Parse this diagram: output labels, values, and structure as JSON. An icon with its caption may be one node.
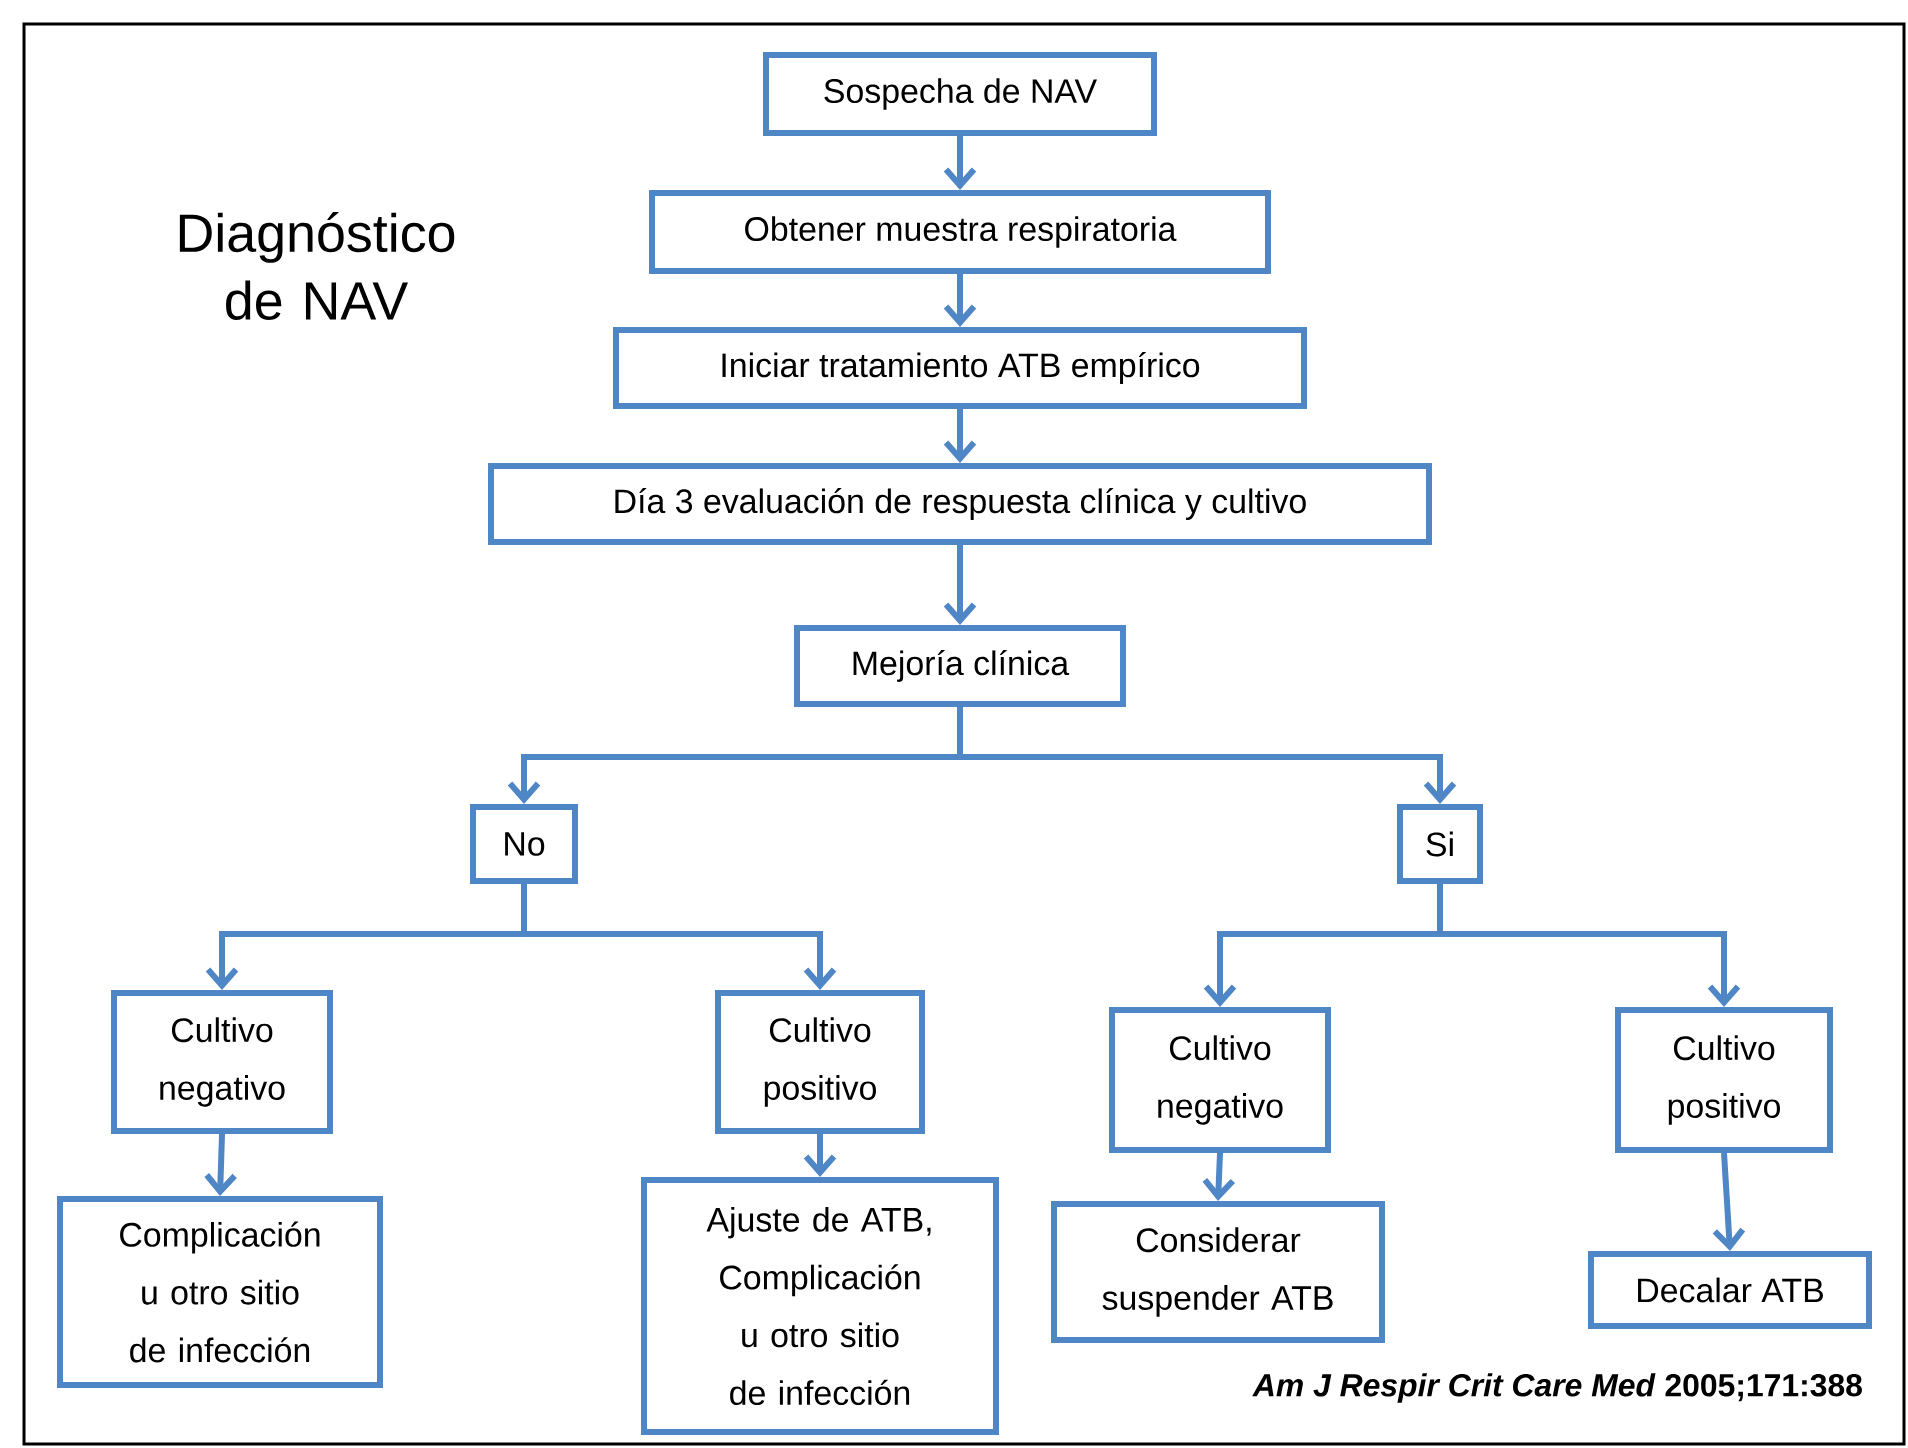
{
  "diagram": {
    "title": "Diagnóstico de NAV",
    "nodes": [
      {
        "text": [
          "Sospecha de NAV"
        ]
      },
      {
        "text": [
          "Obtener muestra respiratoria"
        ]
      },
      {
        "text": [
          "Iniciar tratamiento ATB empírico"
        ]
      },
      {
        "text": [
          "Día 3 evaluación de respuesta clínica y cultivo"
        ]
      },
      {
        "text": [
          "Mejoría clínica"
        ]
      },
      {
        "text": [
          "No"
        ]
      },
      {
        "text": [
          "Si"
        ]
      },
      {
        "text": [
          "Cultivo negativo"
        ]
      },
      {
        "text": [
          "Cultivo positivo"
        ]
      },
      {
        "text": [
          "Cultivo negativo"
        ]
      },
      {
        "text": [
          "Cultivo positivo"
        ]
      },
      {
        "text": [
          "Complicación u otro sitio de infección"
        ]
      },
      {
        "text": [
          "Ajuste de ATB, Complicación u otro sitio de infección"
        ]
      },
      {
        "text": [
          "Considerar suspender ATB"
        ]
      },
      {
        "text": [
          "Decalar ATB"
        ]
      }
    ],
    "edges": [
      {
        "from": 0,
        "to": 1,
        "arrow": "to"
      },
      {
        "from": 1,
        "to": 2,
        "arrow": "to"
      },
      {
        "from": 2,
        "to": 3,
        "arrow": "to"
      },
      {
        "from": 3,
        "to": 4,
        "arrow": "to"
      },
      {
        "from": 4,
        "to": 5,
        "arrow": "to"
      },
      {
        "from": 4,
        "to": 6,
        "arrow": "to"
      },
      {
        "from": 5,
        "to": 7,
        "arrow": "to"
      },
      {
        "from": 5,
        "to": 8,
        "arrow": "to"
      },
      {
        "from": 6,
        "to": 9,
        "arrow": "to"
      },
      {
        "from": 6,
        "to": 10,
        "arrow": "to"
      },
      {
        "from": 7,
        "to": 11,
        "arrow": "to"
      },
      {
        "from": 8,
        "to": 12,
        "arrow": "to"
      },
      {
        "from": 9,
        "to": 13,
        "arrow": "to"
      },
      {
        "from": 10,
        "to": 14,
        "arrow": "to"
      }
    ],
    "labels": [
      "*Am J Respir Crit Care Med* 2005;171:388"
    ]
  }
}
